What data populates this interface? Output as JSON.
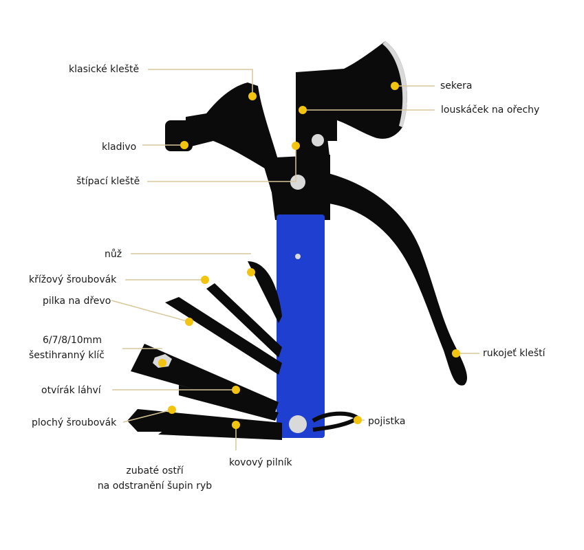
{
  "colors": {
    "tool_black": "#0b0b0b",
    "tool_blue": "#1f3fd0",
    "leader_line": "#d8c79a",
    "marker_yellow": "#f2c40f",
    "steel": "#d9d9d9"
  },
  "labels": {
    "klasicke_kleste": "klasické kleště",
    "kladivo": "kladivo",
    "stipaci_kleste": "štípací kleště",
    "sekera": "sekera",
    "louskacek": "louskáček na ořechy",
    "nuz": "nůž",
    "krizovy_sroubovak": "křížový šroubovák",
    "pilka": "pilka na dřevo",
    "klic_line1": "6/7/8/10mm",
    "klic_line2": "šestihranný klíč",
    "otvirak": "otvírák láhví",
    "plochy_sroubovak": "plochý šroubovák",
    "zubate_line1": "zubaté ostří",
    "zubate_line2": "na odstranění šupin ryb",
    "kovovy_pilnik": "kovový pilník",
    "pojistka": "pojistka",
    "rukojet_klesti": "rukojeť kleští"
  }
}
